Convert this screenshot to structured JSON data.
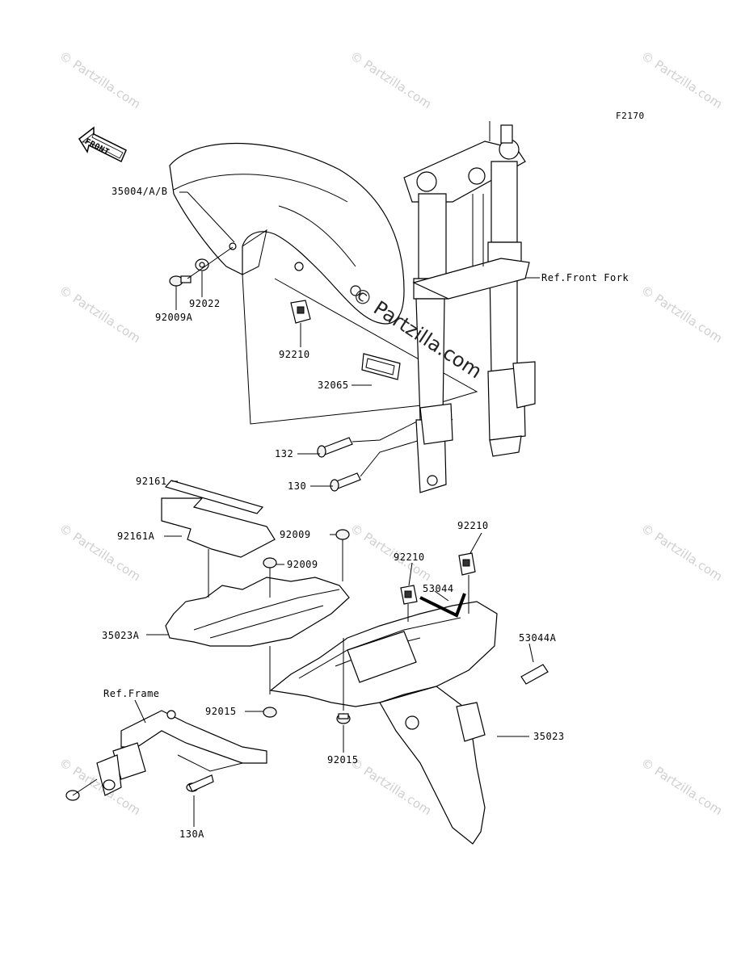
{
  "figure_code": "F2170",
  "front_arrow_label": "FRONT",
  "watermarks": {
    "small": "© Partzilla.com",
    "center": "© Partzilla.com"
  },
  "labels": {
    "p35004": "35004/A/B",
    "p92022": "92022",
    "p92009A": "92009A",
    "p92210_top": "92210",
    "p32065": "32065",
    "ref_front_fork": "Ref.Front Fork",
    "p132": "132",
    "p130": "130",
    "p92161": "92161",
    "p92161A": "92161A",
    "p92009_a": "92009",
    "p92009_b": "92009",
    "p92210_r": "92210",
    "p92210_m": "92210",
    "p53044": "53044",
    "p53044A": "53044A",
    "p35023A": "35023A",
    "ref_frame": "Ref.Frame",
    "p92015_l": "92015",
    "p92015_b": "92015",
    "p35023": "35023",
    "p130A": "130A"
  }
}
